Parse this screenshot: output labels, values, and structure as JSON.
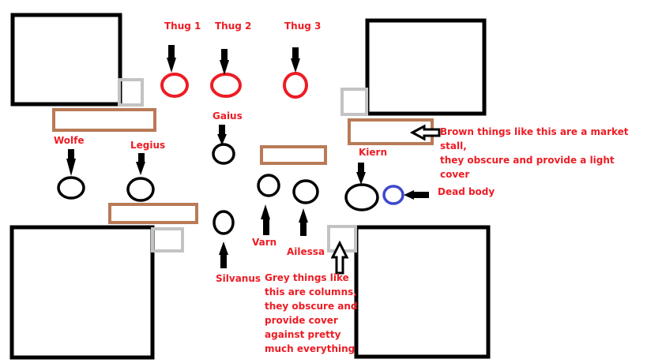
{
  "colors": {
    "building": "#000000",
    "column": "#c3c3c3",
    "stall": "#b97a57",
    "enemy": "#ed1c24",
    "ally": "#000000",
    "dead": "#3f48cc",
    "text": "#ed1c24"
  },
  "enemies": [
    {
      "name": "Thug 1"
    },
    {
      "name": "Thug 2"
    },
    {
      "name": "Thug 3"
    }
  ],
  "allies": [
    {
      "name": "Gaius"
    },
    {
      "name": "Wolfe"
    },
    {
      "name": "Legius"
    },
    {
      "name": "Kiern"
    },
    {
      "name": "Varn"
    },
    {
      "name": "Ailessa"
    },
    {
      "name": "Silvanus"
    }
  ],
  "dead_body": {
    "label": "Dead body"
  },
  "legend": {
    "stall_line1": "Brown things like this are a market stall,",
    "stall_line2": "they obscure and provide a light cover",
    "column_lines": [
      "Grey things like",
      "this are columns,",
      "they obscure and",
      "provide cover",
      "against pretty",
      "much everything"
    ]
  }
}
